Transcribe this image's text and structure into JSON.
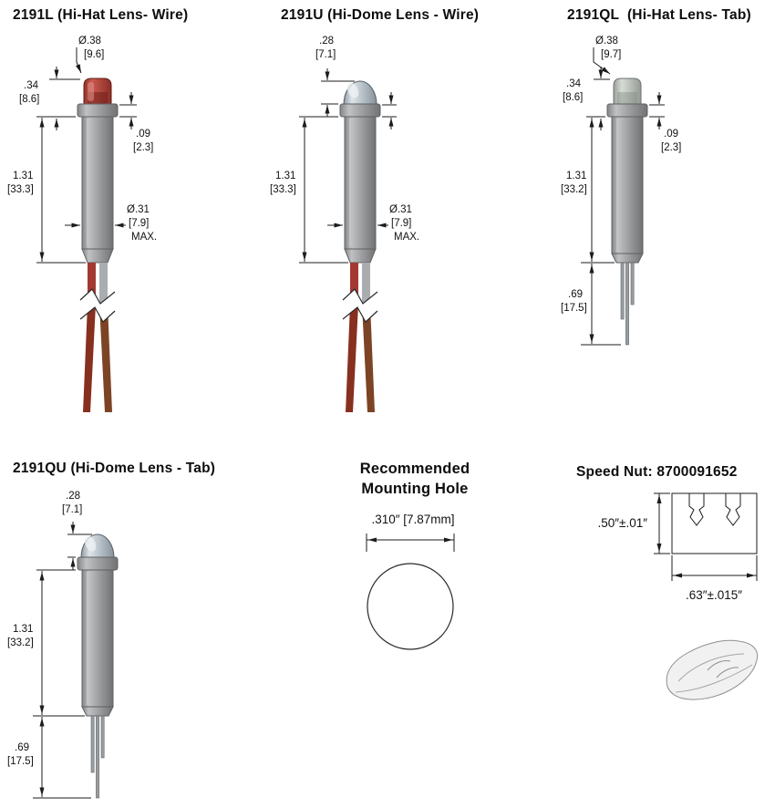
{
  "panels": {
    "p1": {
      "title": "2191L (Hi-Hat Lens- Wire)",
      "dims": {
        "dia": "Ø.38",
        "dia_mm": "[9.6]",
        "h": ".34",
        "h_mm": "[8.6]",
        "flange": ".09",
        "flange_mm": "[2.3]",
        "len": "1.31",
        "len_mm": "[33.3]",
        "body_dia": "Ø.31",
        "body_dia_mm": "[7.9]",
        "max": "MAX."
      }
    },
    "p2": {
      "title": "2191U (Hi-Dome Lens - Wire)",
      "dims": {
        "dome": ".28",
        "dome_mm": "[7.1]",
        "len": "1.31",
        "len_mm": "[33.3]",
        "body_dia": "Ø.31",
        "body_dia_mm": "[7.9]",
        "max": "MAX."
      }
    },
    "p3": {
      "title": "2191QL  (Hi-Hat Lens- Tab)",
      "dims": {
        "dia": "Ø.38",
        "dia_mm": "[9.7]",
        "h": ".34",
        "h_mm": "[8.6]",
        "flange": ".09",
        "flange_mm": "[2.3]",
        "len": "1.31",
        "len_mm": "[33.2]",
        "tab": ".69",
        "tab_mm": "[17.5]"
      }
    },
    "p4": {
      "title": "2191QU (Hi-Dome Lens - Tab)",
      "dims": {
        "dome": ".28",
        "dome_mm": "[7.1]",
        "len": "1.31",
        "len_mm": "[33.2]",
        "tab": ".69",
        "tab_mm": "[17.5]"
      }
    },
    "p5": {
      "title_line1": "Recommended",
      "title_line2": "Mounting Hole",
      "dim": ".310″ [7.87mm]"
    },
    "p6": {
      "title": "Speed Nut: 8700091652",
      "height": ".50″±.01″",
      "width": ".63″±.015″"
    }
  }
}
